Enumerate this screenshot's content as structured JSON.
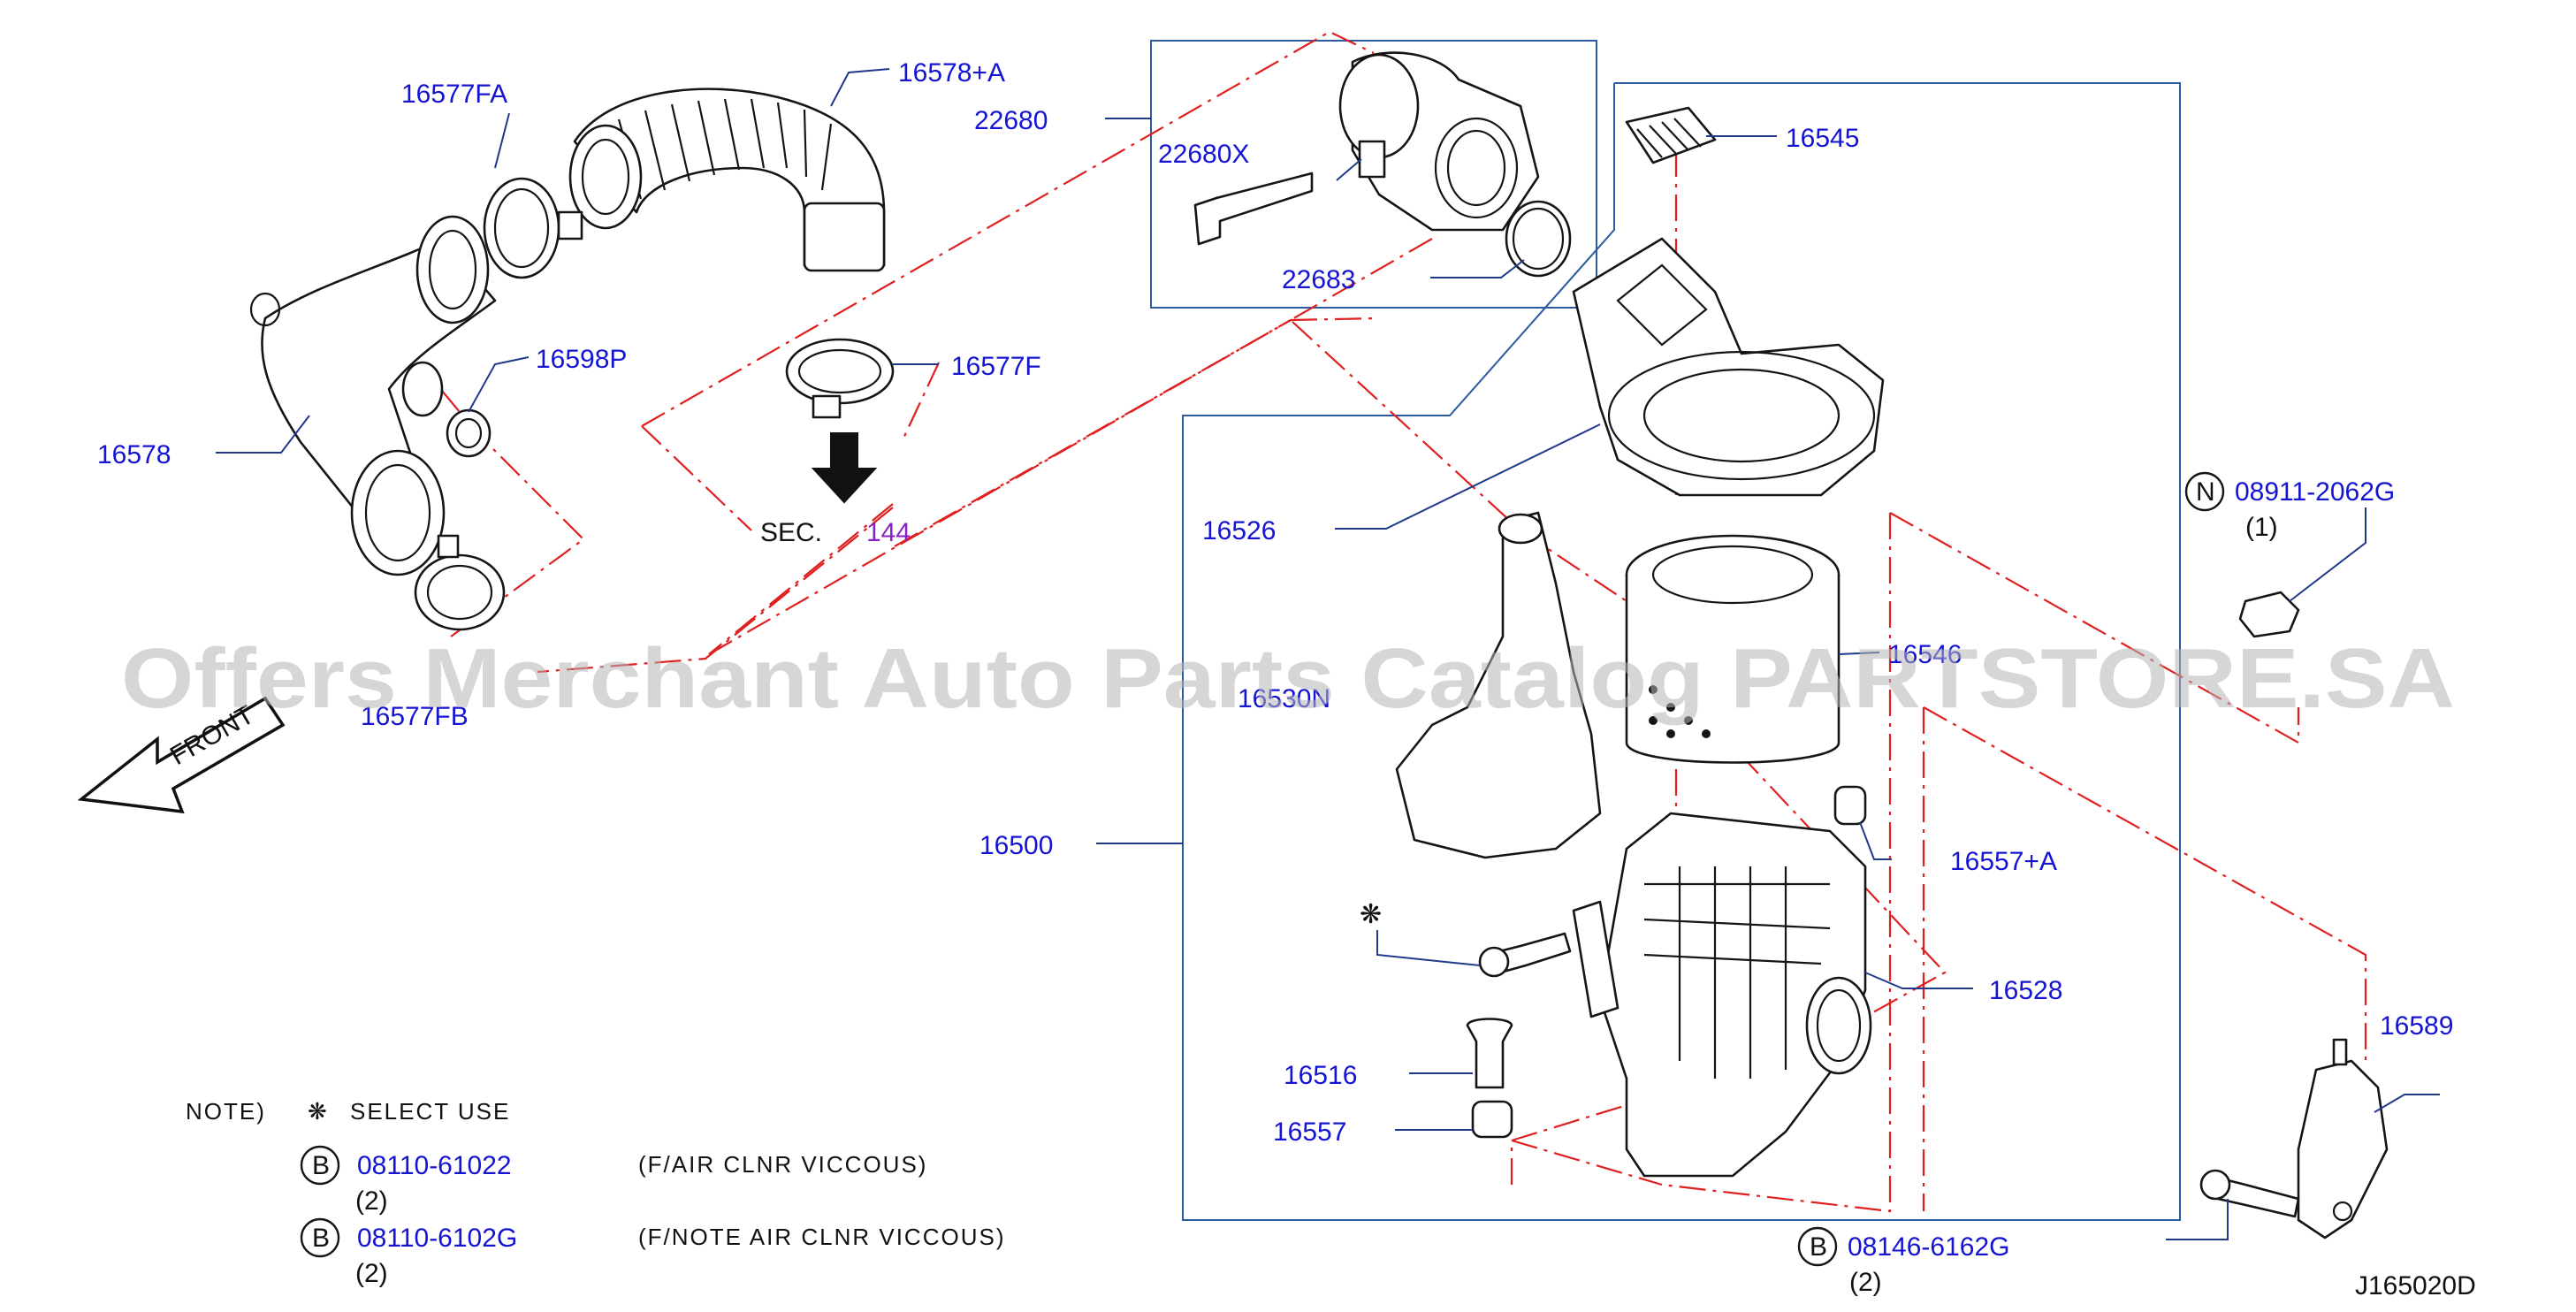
{
  "labels": {
    "p16577FA": "16577FA",
    "p16578A": "16578+A",
    "p22680": "22680",
    "p22680X": "22680X",
    "p22683": "22683",
    "p16545": "16545",
    "p16598P": "16598P",
    "p16577F": "16577F",
    "p16578": "16578",
    "sec_word": "SEC.",
    "sec_num": "144",
    "p16526": "16526",
    "p16577FB": "16577FB",
    "front": "FRONT",
    "p16546": "16546",
    "p16530N": "16530N",
    "p16500": "16500",
    "p16557A": "16557+A",
    "p16528": "16528",
    "p16516": "16516",
    "p16557": "16557",
    "p16589": "16589",
    "n_part": "08911-2062G",
    "n_qty": "(1)",
    "b_bottom_part": "08146-6162G",
    "b_bottom_qty": "(2)",
    "diagram_id": "J165020D"
  },
  "symbols": {
    "n": "N",
    "b": "B",
    "select_mark": "❋"
  },
  "note": {
    "title": "NOTE)",
    "select_use": "SELECT   USE",
    "items": [
      {
        "symbol": "B",
        "part": "08110-61022",
        "qty": "(2)",
        "desc": "(F/AIR   CLNR   VICCOUS)"
      },
      {
        "symbol": "B",
        "part": "08110-6102G",
        "qty": "(2)",
        "desc": "(F/NOTE   AIR   CLNR   VICCOUS)"
      }
    ]
  },
  "watermark": "Offers Merchant Auto Parts Catalog PARTSTORE.SA",
  "colors": {
    "part_number": "#1414d2",
    "section_ref": "#8a1fc8",
    "chain_line": "#e02020",
    "leader_line": "#1f3a8a",
    "box_line": "#2b5aa0",
    "watermark": "#b4b4b4"
  }
}
